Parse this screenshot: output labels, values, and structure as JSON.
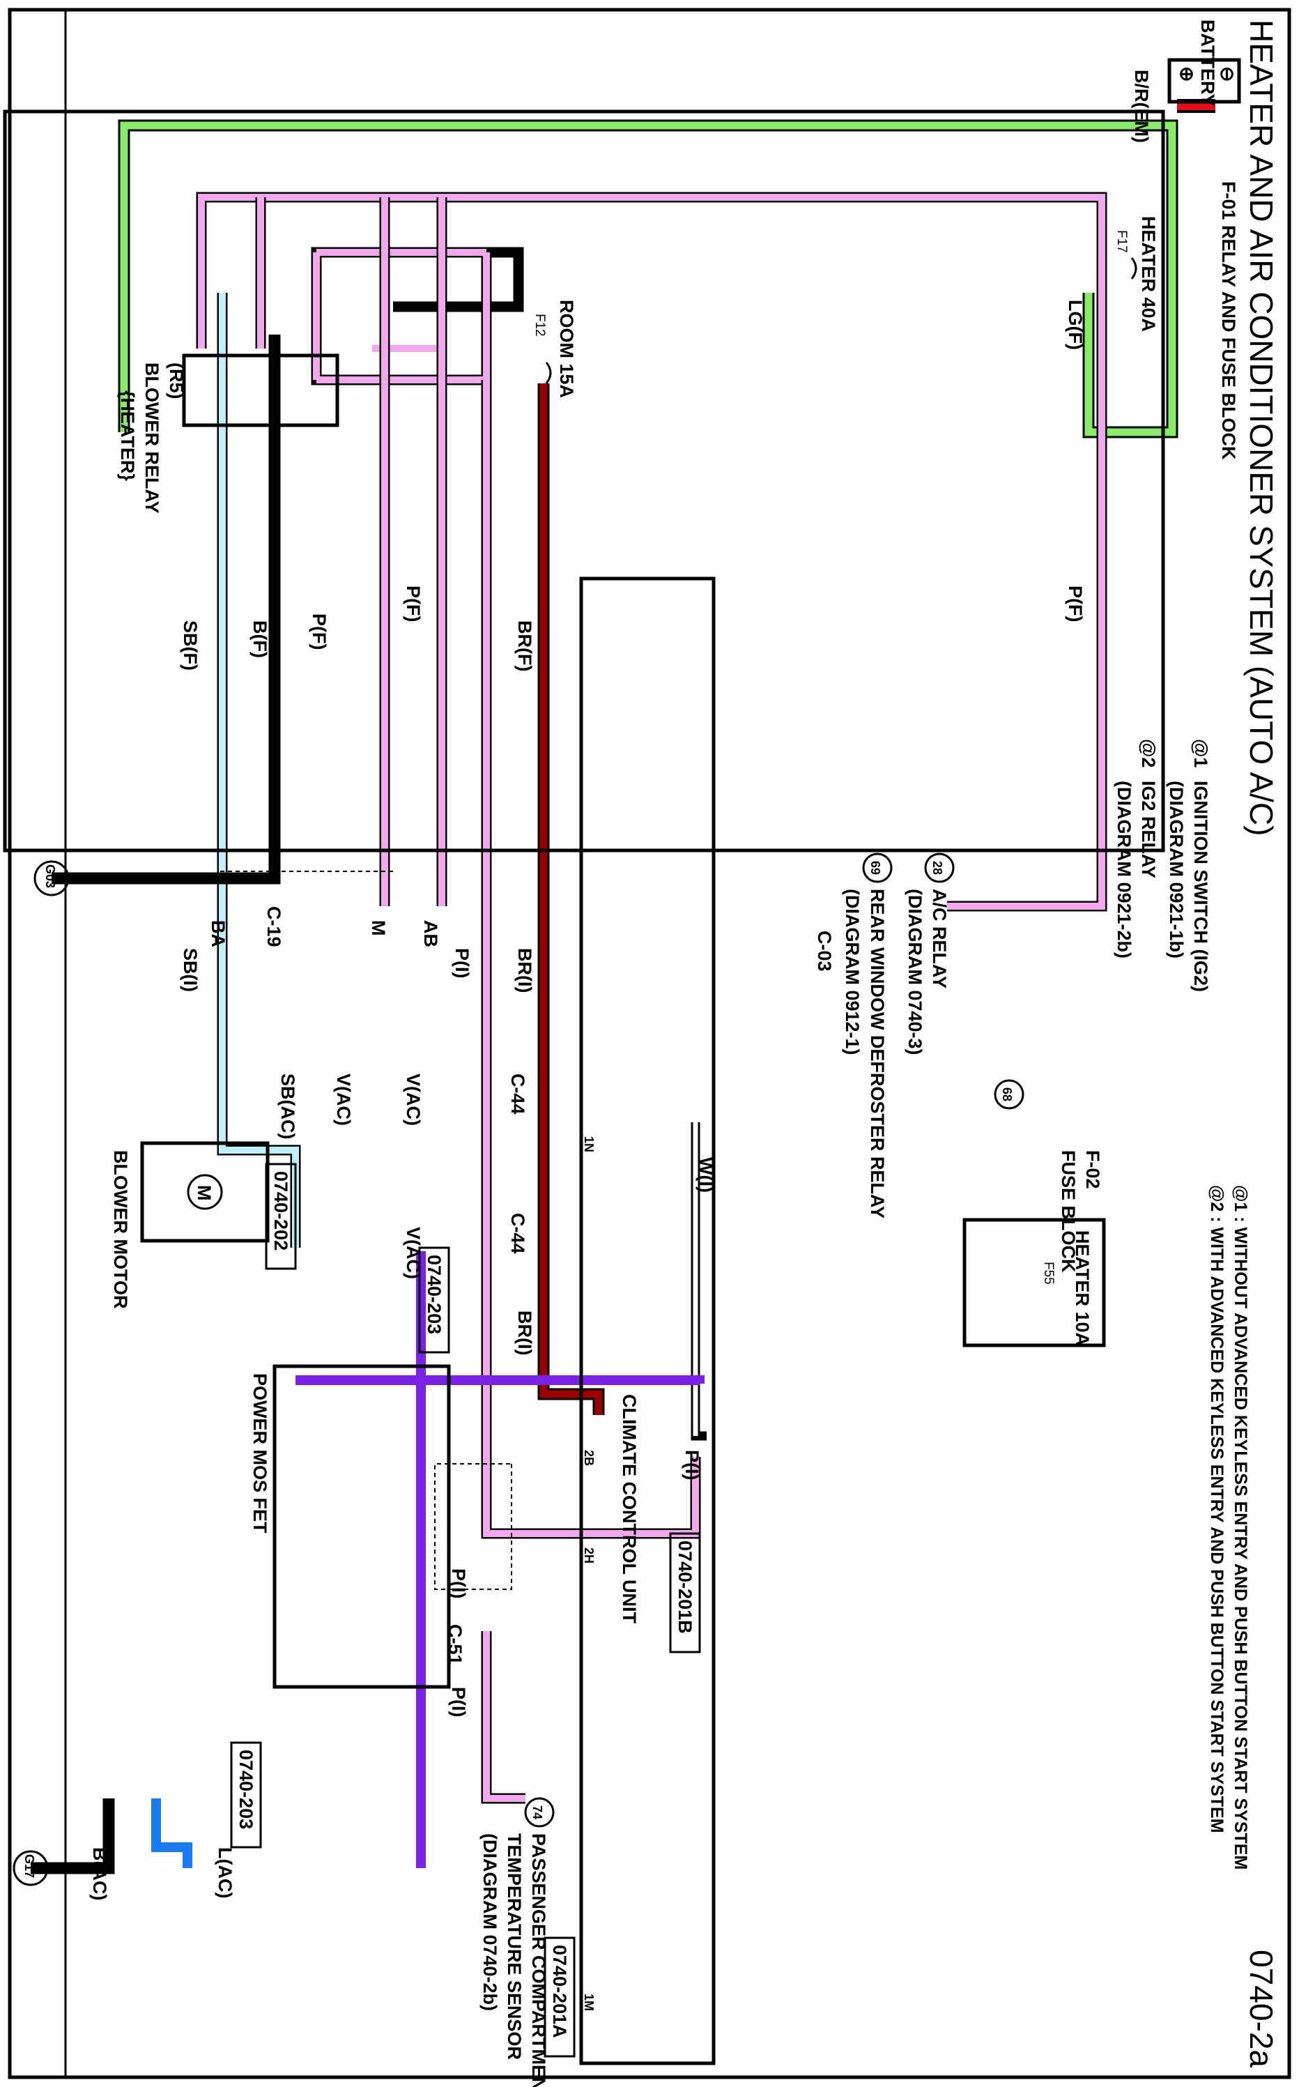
{
  "title": "HEATER AND AIR CONDITIONER SYSTEM (AUTO A/C)",
  "page_number": "0740-2a",
  "notes": [
    "@1 : WITHOUT ADVANCED KEYLESS ENTRY AND PUSH BUTTON START SYSTEM",
    "@2 : WITH ADVANCED KEYLESS ENTRY AND PUSH BUTTON START SYSTEM"
  ],
  "colors": {
    "red": "#e0101a",
    "dark_red": "#9a0000",
    "green": "#8aea6a",
    "pink": "#f2a8ec",
    "light_blue": "#bff0f8",
    "violet": "#7a22e8",
    "blue": "#1a7af0",
    "black": "#000000"
  },
  "components": {
    "battery": "BATTERY",
    "relay_block": "F-01 RELAY AND FUSE BLOCK",
    "fuse_heater40": {
      "name": "HEATER 40A",
      "code": "F17"
    },
    "fuse_room15": {
      "name": "ROOM 15A",
      "code": "F12"
    },
    "blower_relay": {
      "code": "(R5)",
      "line1": "BLOWER RELAY",
      "line2": "{HEATER}"
    },
    "f02_block": {
      "id": "F-02",
      "name": "FUSE BLOCK",
      "fuse_name": "HEATER 10A",
      "fuse_code": "F55"
    },
    "blower_motor": "BLOWER MOTOR",
    "motor_symbol": "M",
    "power_mos_fet": "POWER MOS FET",
    "climate_unit": "CLIMATE CONTROL UNIT",
    "ac_relay": {
      "name": "A/C RELAY",
      "diagram": "(DIAGRAM 0740-3)",
      "ref": "28"
    },
    "rear_defroster": {
      "name": "REAR WINDOW DEFROSTER RELAY",
      "diagram": "(DIAGRAM 0912-1)",
      "ref": "69"
    },
    "temp_sensor": {
      "line1": "PASSENGER COMPARTMENT",
      "line2": "TEMPERATURE SENSOR",
      "diagram": "(DIAGRAM 0740-2b)",
      "ref": "74"
    },
    "ign_refs": {
      "a1": "@1",
      "a1_name": "IGNITION SWITCH (IG2)",
      "a1_diag": "(DIAGRAM 0921-1b)",
      "a2": "@2",
      "a2_name": "IG2 RELAY",
      "a2_diag": "(DIAGRAM 0921-2b)",
      "ref": "68"
    }
  },
  "grounds": [
    "G03",
    "G17"
  ],
  "connectors": {
    "c03": "C-03",
    "c19": "C-19",
    "c44": "C-44",
    "c51": "C-51",
    "pin_ab": "AB",
    "pin_m": "M",
    "pin_ba": "BA",
    "pin_1n": "1N",
    "pin_1m": "1M",
    "pin_2b": "2B",
    "pin_2h": "2H"
  },
  "wires": {
    "br_em": "B/R(EM)",
    "lg_f": "LG(F)",
    "p_f": "P(F)",
    "sb_f": "SB(F)",
    "b_f": "B(F)",
    "br_f": "BR(F)",
    "sb_i": "SB(I)",
    "br_i": "BR(I)",
    "p_i": "P(I)",
    "w_i": "W(I)",
    "sb_ac": "SB(AC)",
    "v_ac": "V(AC)",
    "l_ac": "L(AC)",
    "b_ac": "B(AC)"
  },
  "refboxes": {
    "r202": "0740-202",
    "r203": "0740-203",
    "r201a": "0740-201A",
    "r201b": "0740-201B"
  }
}
